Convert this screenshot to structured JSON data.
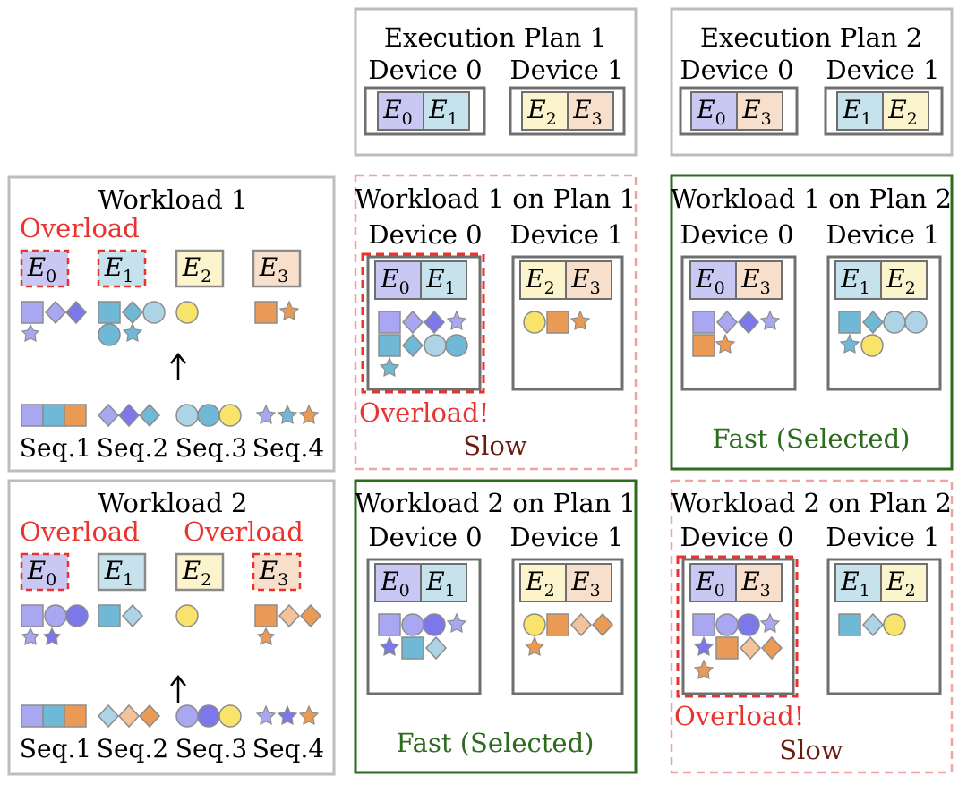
{
  "colors": {
    "e0": "#c9c8f2",
    "e1": "#c6e2ec",
    "e2": "#fbf4cc",
    "e3": "#f8dfcc",
    "overload": "#e8332f",
    "fast": "#2d6b1f",
    "slow": "#6b1c10",
    "panel_border": "#bdbdbd",
    "device_border": "#6f6f6f",
    "shape_purple": "#a9a7f1",
    "shape_blue": "#7d78ea",
    "shape_teal": "#6fb9d7",
    "shape_lightblue": "#acd4e6",
    "shape_yellow": "#f8e46b",
    "shape_orange": "#eb9a55",
    "shape_peach": "#f4c39a",
    "shape_stroke": "#8c8c8c"
  },
  "plans": [
    {
      "title": "Execution Plan 1",
      "device0_label": "Device 0",
      "device1_label": "Device 1",
      "device0_experts": [
        "0",
        "1"
      ],
      "device1_experts": [
        "2",
        "3"
      ]
    },
    {
      "title": "Execution Plan 2",
      "device0_label": "Device 0",
      "device1_label": "Device 1",
      "device0_experts": [
        "0",
        "3"
      ],
      "device1_experts": [
        "1",
        "2"
      ]
    }
  ],
  "workloads": [
    {
      "title": "Workload 1",
      "overload_labels": [
        "Overload"
      ],
      "overloaded_experts": [
        "0",
        "1"
      ],
      "experts": [
        "0",
        "1",
        "2",
        "3"
      ],
      "seq_labels": [
        "Seq.1",
        "Seq.2",
        "Seq.3",
        "Seq.4"
      ]
    },
    {
      "title": "Workload 2",
      "overload_labels": [
        "Overload",
        "Overload"
      ],
      "overloaded_experts": [
        "0",
        "3"
      ],
      "experts": [
        "0",
        "1",
        "2",
        "3"
      ],
      "seq_labels": [
        "Seq.1",
        "Seq.2",
        "Seq.3",
        "Seq.4"
      ]
    }
  ],
  "results": [
    {
      "title": "Workload 1 on Plan 1",
      "device0_label": "Device 0",
      "device1_label": "Device 1",
      "overload_text": "Overload!",
      "verdict": "Slow",
      "selected": false
    },
    {
      "title": "Workload 1 on Plan 2",
      "device0_label": "Device 0",
      "device1_label": "Device 1",
      "verdict": "Fast (Selected)",
      "selected": true
    },
    {
      "title": "Workload 2 on Plan 1",
      "device0_label": "Device 0",
      "device1_label": "Device 1",
      "verdict": "Fast (Selected)",
      "selected": true
    },
    {
      "title": "Workload 2 on Plan 2",
      "device0_label": "Device 0",
      "device1_label": "Device 1",
      "overload_text": "Overload!",
      "verdict": "Slow",
      "selected": false
    }
  ],
  "expert_symbol": "E"
}
